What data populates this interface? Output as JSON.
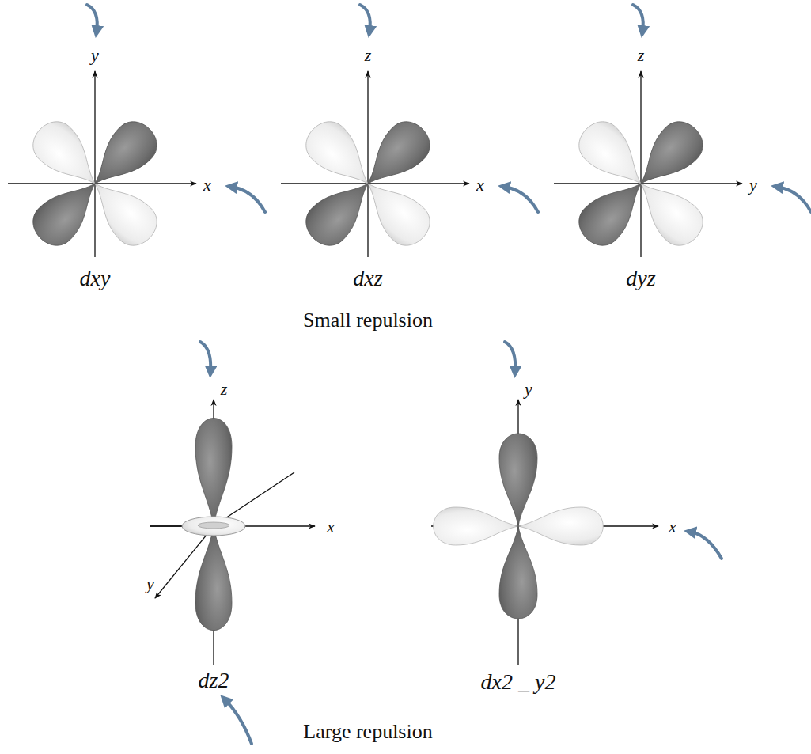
{
  "diagram": {
    "labels": [
      "y",
      "x",
      "z",
      "x",
      "z",
      "y",
      "dxy",
      "dxz",
      "dyz",
      "Small repulsion",
      "z",
      "x",
      "y",
      "dz2",
      "y",
      "x",
      "dx2 _ y2",
      "Large repulsion"
    ]
  }
}
